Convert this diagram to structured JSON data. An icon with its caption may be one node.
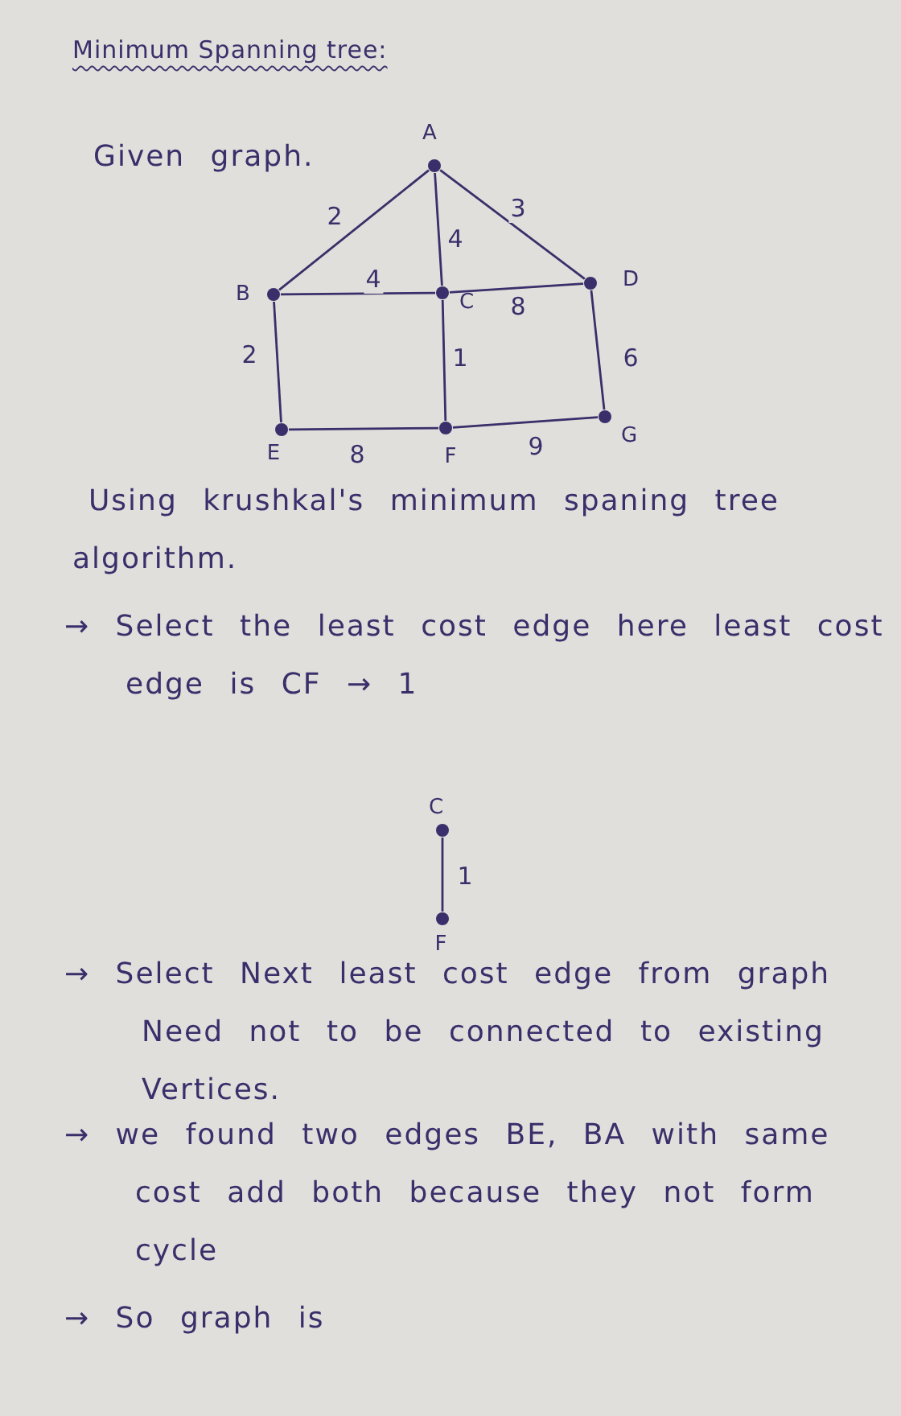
{
  "diagram": {
    "title": "Minimum Spanning tree:",
    "nodes": [
      {
        "text": [],
        "shape": "circle",
        "beside": [
          "A"
        ]
      },
      {
        "text": [],
        "shape": "circle",
        "beside": [
          "B"
        ]
      },
      {
        "text": [],
        "shape": "circle",
        "beside": [
          "C"
        ]
      },
      {
        "text": [],
        "shape": "circle",
        "beside": [
          "D"
        ]
      },
      {
        "text": [],
        "shape": "circle",
        "beside": [
          "E"
        ]
      },
      {
        "text": [],
        "shape": "circle",
        "beside": [
          "F"
        ]
      },
      {
        "text": [],
        "shape": "circle",
        "beside": [
          "G"
        ]
      },
      {
        "text": [],
        "shape": "circle",
        "beside": [
          "C"
        ]
      },
      {
        "text": [],
        "shape": "circle",
        "beside": [
          "F"
        ]
      }
    ],
    "edges": [
      {
        "from": 0,
        "to": 1,
        "arrow": "none",
        "label": "2"
      },
      {
        "from": 0,
        "to": 2,
        "arrow": "none",
        "label": "4"
      },
      {
        "from": 0,
        "to": 3,
        "arrow": "none",
        "label": "3"
      },
      {
        "from": 1,
        "to": 2,
        "arrow": "none",
        "label": "4"
      },
      {
        "from": 2,
        "to": 3,
        "arrow": "none",
        "label": "8"
      },
      {
        "from": 1,
        "to": 4,
        "arrow": "none",
        "label": "2"
      },
      {
        "from": 2,
        "to": 5,
        "arrow": "none",
        "label": "1"
      },
      {
        "from": 3,
        "to": 6,
        "arrow": "none",
        "label": "6"
      },
      {
        "from": 4,
        "to": 5,
        "arrow": "none",
        "label": "8"
      },
      {
        "from": 5,
        "to": 6,
        "arrow": "none",
        "label": "9"
      },
      {
        "from": 7,
        "to": 8,
        "arrow": "none",
        "label": "1"
      }
    ],
    "labels": [
      "Given graph.",
      "Using krushkal's minimum spaning tree algorithm.",
      "→ Select the least cost edge here least cost edge is CF → 1",
      "→ Select Next least cost edge from graph Need not to be connected to existing Vertices.",
      "→ we found two edges BE, BA with same cost add both because they not form cycle",
      "→ So graph is"
    ]
  }
}
